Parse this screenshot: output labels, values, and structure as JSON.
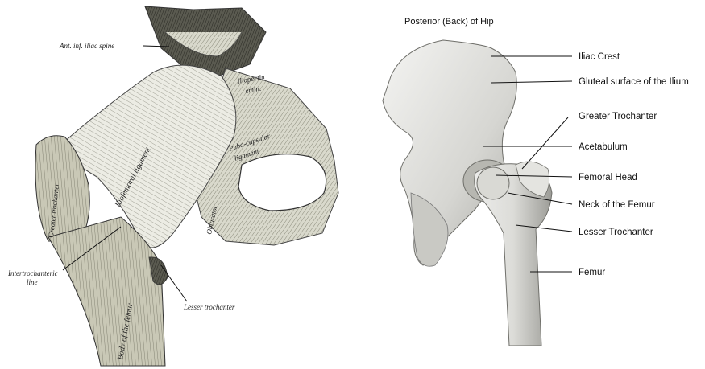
{
  "left": {
    "labels": {
      "ant_inf_iliac_spine": "Ant. inf. iliac spine",
      "iliopectineal": "Iliopectin",
      "iliopectineal_2": "emin.",
      "iliofemoral_ligament": "Iliofemoral ligament",
      "capsular": "Pubo-capsular",
      "capsular_2": "ligament",
      "greater_trochanter": "Greater trochanter",
      "intertrochanteric_1": "Intertrochanteric",
      "intertrochanteric_2": "line",
      "body_of_femur": "Body of the femur",
      "lesser_trochanter": "Lesser trochanter",
      "obturator": "Obturator"
    }
  },
  "right": {
    "title": "Posterior (Back) of Hip",
    "labels": [
      "Iliac Crest",
      "Gluteal surface of the Ilium",
      "Greater Trochanter",
      "Acetabulum",
      "Femoral Head",
      "Neck of the Femur",
      "Lesser Trochanter",
      "Femur"
    ]
  }
}
